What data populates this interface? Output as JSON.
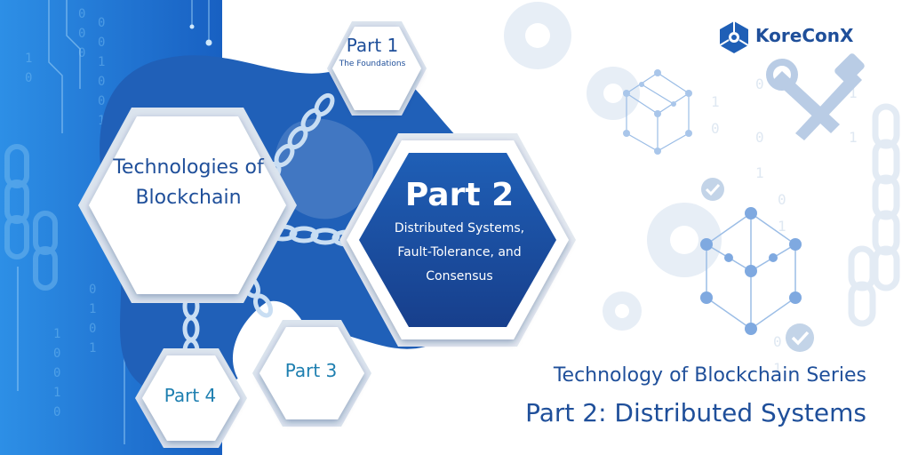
{
  "brand": {
    "name": "KoreConX"
  },
  "hexagons": {
    "main": "Technologies of Blockchain",
    "part1": {
      "title": "Part 1",
      "subtitle": "The Foundations"
    },
    "part2": {
      "title": "Part 2",
      "subtitle": "Distributed Systems,\nFault-Tolerance, and\nConsensus"
    },
    "part3": {
      "title": "Part 3"
    },
    "part4": {
      "title": "Part 4"
    }
  },
  "footer": {
    "series": "Technology of Blockchain Series",
    "headline": "Part 2: Distributed Systems"
  },
  "colors": {
    "navy": "#1f4f9a",
    "blue_dark": "#1e5fb3",
    "blue_light": "#4aa3e8",
    "accent": "#1e7fb0"
  }
}
